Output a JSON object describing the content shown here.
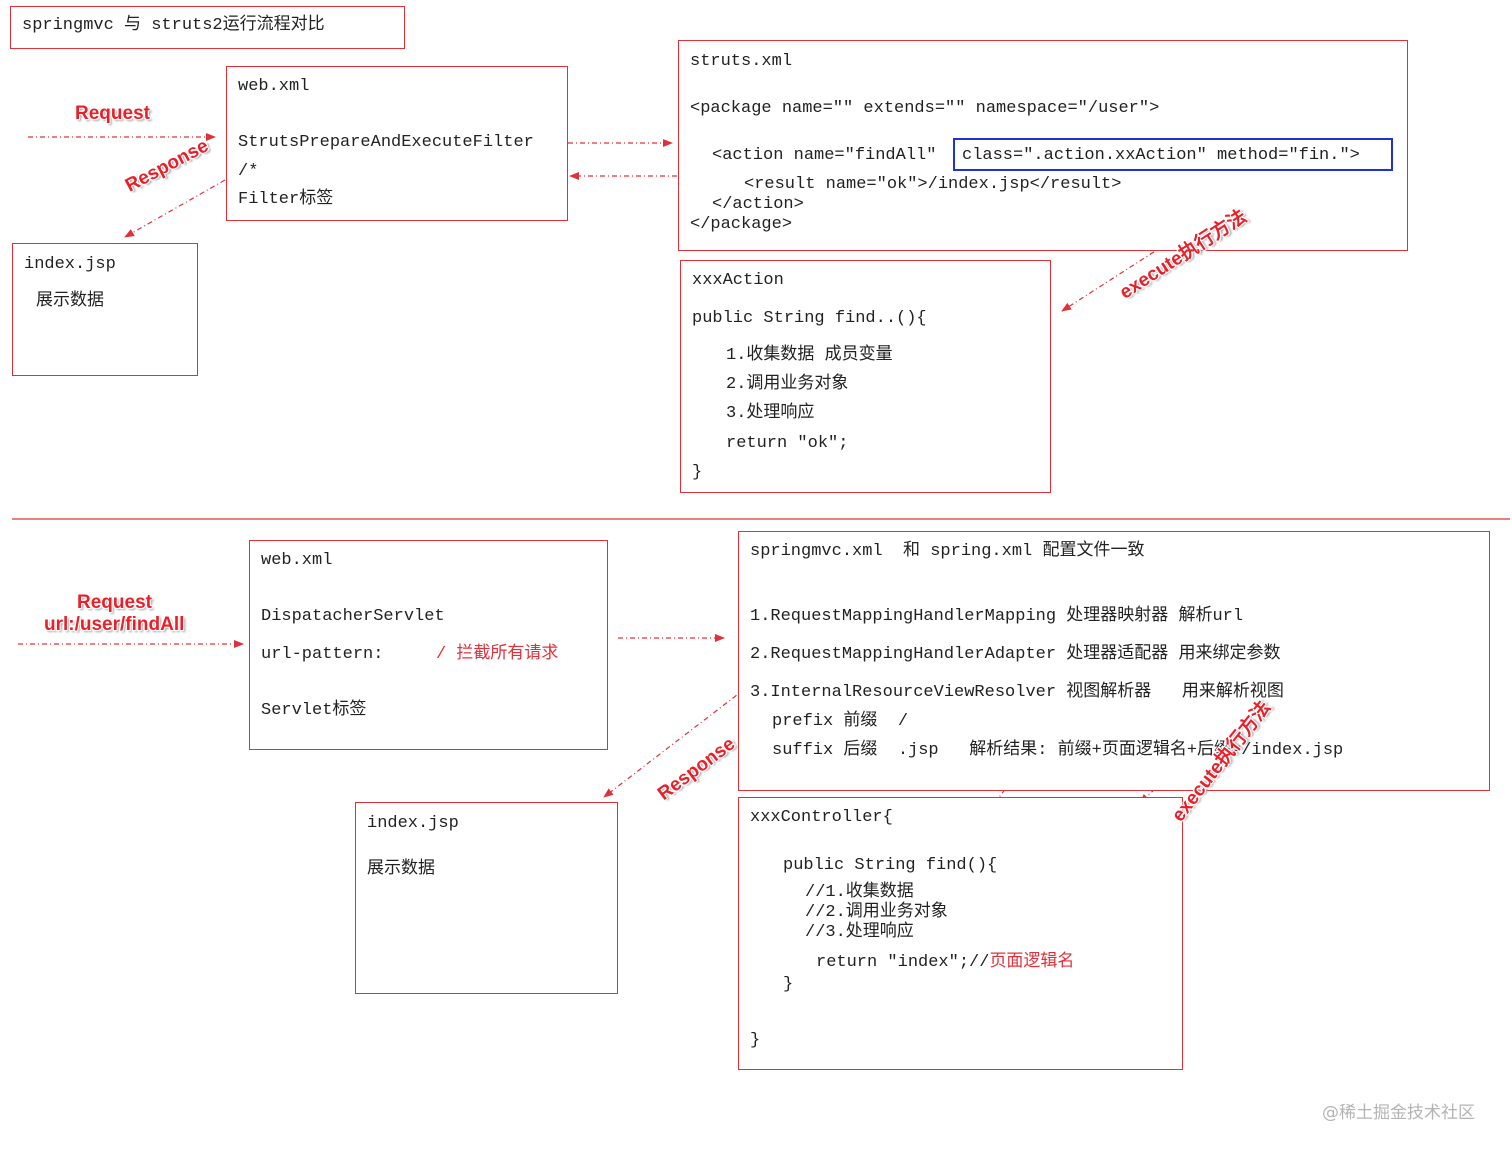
{
  "title": "springmvc 与 struts2运行流程对比",
  "struts": {
    "request_label": "Request",
    "response_label": "Response",
    "webxml": {
      "title": "web.xml",
      "filter": "StrutsPrepareAndExecuteFilter",
      "pattern": "/*",
      "tag": "Filter标签"
    },
    "index": {
      "title": "index.jsp",
      "text": "展示数据"
    },
    "strutsxml": {
      "title": "struts.xml",
      "package_open": "<package name=\"\" extends=\"\" namespace=\"/user\">",
      "action_start": "<action name=\"findAll\"",
      "action_class": "class=\".action.xxAction\" method=\"fin.\">",
      "result": "<result name=\"ok\">/index.jsp</result>",
      "action_close": "</action>",
      "package_close": "</package>"
    },
    "execute_label": "execute执行方法",
    "action": {
      "title": "xxxAction",
      "method": "public String find..(){",
      "step1": "1.收集数据 成员变量",
      "step2": "2.调用业务对象",
      "step3": "3.处理响应",
      "ret": "return \"ok\";",
      "close": "}"
    }
  },
  "springmvc": {
    "request_label": "Request",
    "request_url": "url:/user/findAll",
    "response_label": "Response",
    "webxml": {
      "title": "web.xml",
      "servlet": "DispatacherServlet",
      "pattern_key": "url-pattern:",
      "pattern_val": "/ 拦截所有请求",
      "tag": "Servlet标签"
    },
    "index": {
      "title": "index.jsp",
      "text": "展示数据"
    },
    "config": {
      "title": "springmvc.xml  和 spring.xml 配置文件一致",
      "line1": "1.RequestMappingHandlerMapping 处理器映射器 解析url",
      "line2": "2.RequestMappingHandlerAdapter 处理器适配器 用来绑定参数",
      "line3": "3.InternalResourceViewResolver 视图解析器   用来解析视图",
      "prefix": "prefix 前缀  /",
      "suffix": "suffix 后缀  .jsp   解析结果: 前缀+页面逻辑名+后缀=/index.jsp"
    },
    "execute_label": "execute执行方法",
    "controller": {
      "title": "xxxController{",
      "method": "public String find(){",
      "c1": "//1.收集数据",
      "c2": "//2.调用业务对象",
      "c3": "//3.处理响应",
      "ret": "return \"index\";//",
      "ret_note": "页面逻辑名",
      "close_inner": "}",
      "close_outer": "}"
    }
  },
  "watermark": "@稀土掘金技术社区",
  "colors": {
    "accent": "#e0303a",
    "highlight": "#2233cc"
  }
}
